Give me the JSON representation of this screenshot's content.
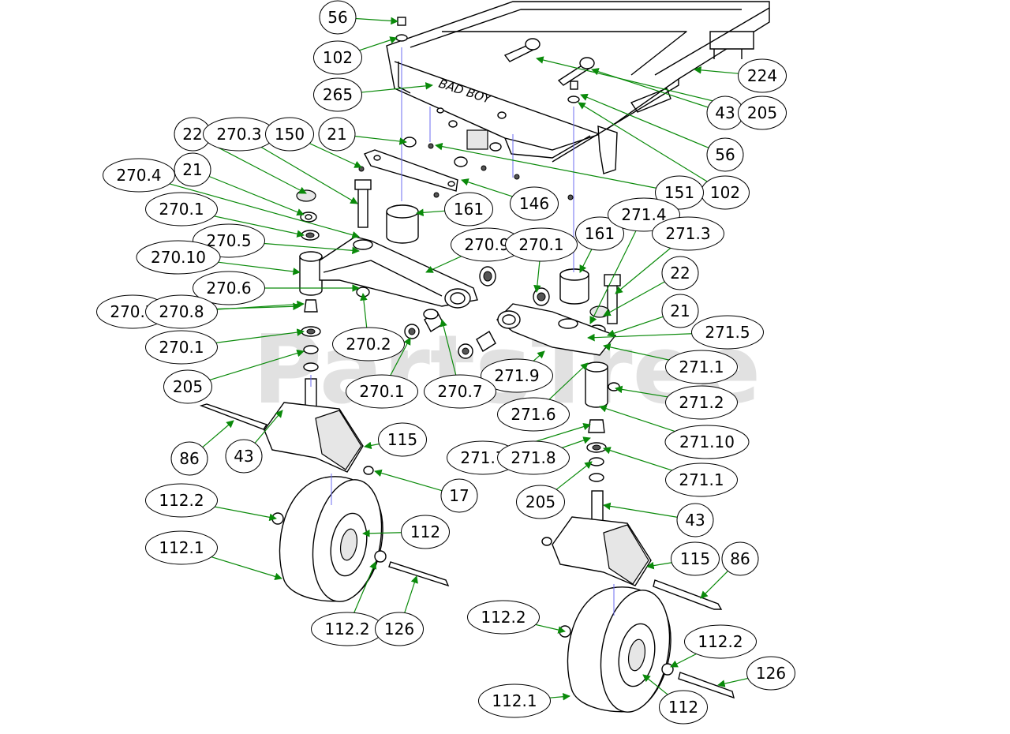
{
  "watermark": "PartsTree",
  "frame_brand": "BAD BOY",
  "callouts": [
    {
      "label": "56"
    },
    {
      "label": "102"
    },
    {
      "label": "265"
    },
    {
      "label": "224"
    },
    {
      "label": "43"
    },
    {
      "label": "205"
    },
    {
      "label": "56"
    },
    {
      "label": "102"
    },
    {
      "label": "22"
    },
    {
      "label": "270.3"
    },
    {
      "label": "150"
    },
    {
      "label": "21"
    },
    {
      "label": "270.4"
    },
    {
      "label": "21"
    },
    {
      "label": "270.1"
    },
    {
      "label": "161"
    },
    {
      "label": "146"
    },
    {
      "label": "151"
    },
    {
      "label": "270.5"
    },
    {
      "label": "270.10"
    },
    {
      "label": "270.9"
    },
    {
      "label": "270.1"
    },
    {
      "label": "161"
    },
    {
      "label": "271.4"
    },
    {
      "label": "271.3"
    },
    {
      "label": "22"
    },
    {
      "label": "270.6"
    },
    {
      "label": "270.7"
    },
    {
      "label": "270.8"
    },
    {
      "label": "21"
    },
    {
      "label": "271.5"
    },
    {
      "label": "270.1"
    },
    {
      "label": "270.2"
    },
    {
      "label": "205"
    },
    {
      "label": "271.1"
    },
    {
      "label": "271.9"
    },
    {
      "label": "270.1"
    },
    {
      "label": "270.7"
    },
    {
      "label": "271.2"
    },
    {
      "label": "271.6"
    },
    {
      "label": "271.10"
    },
    {
      "label": "86"
    },
    {
      "label": "43"
    },
    {
      "label": "115"
    },
    {
      "label": "271.7"
    },
    {
      "label": "271.8"
    },
    {
      "label": "271.1"
    },
    {
      "label": "17"
    },
    {
      "label": "205"
    },
    {
      "label": "43"
    },
    {
      "label": "112.2"
    },
    {
      "label": "112"
    },
    {
      "label": "112.1"
    },
    {
      "label": "115"
    },
    {
      "label": "86"
    },
    {
      "label": "112.2"
    },
    {
      "label": "126"
    },
    {
      "label": "112.2"
    },
    {
      "label": "112.2"
    },
    {
      "label": "126"
    },
    {
      "label": "112.1"
    },
    {
      "label": "112"
    }
  ]
}
